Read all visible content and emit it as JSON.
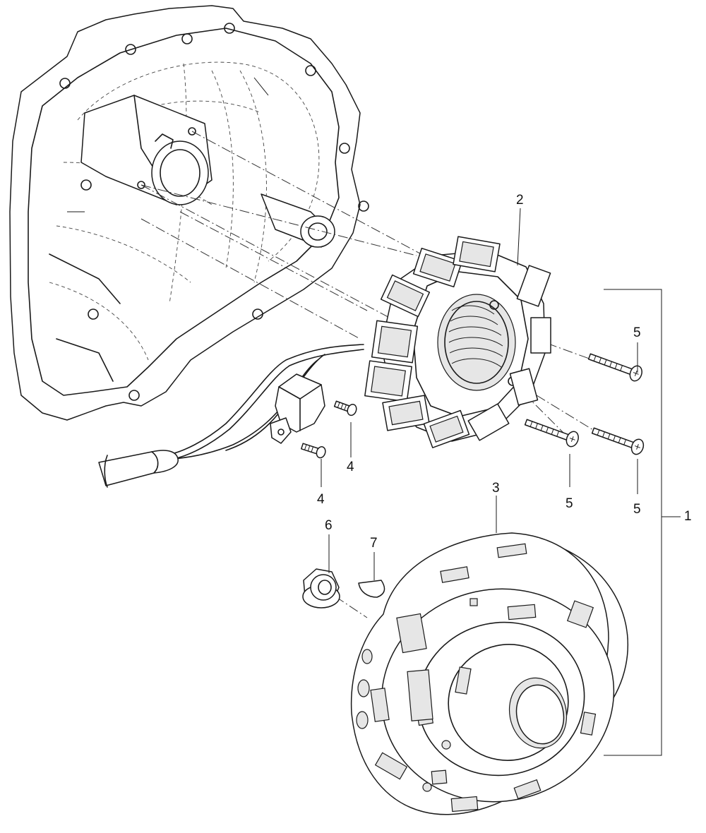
{
  "callouts": [
    {
      "id": "c1",
      "text": "1"
    },
    {
      "id": "c2",
      "text": "2"
    },
    {
      "id": "c3",
      "text": "3"
    },
    {
      "id": "c4a",
      "text": "4"
    },
    {
      "id": "c4b",
      "text": "4"
    },
    {
      "id": "c5a",
      "text": "5"
    },
    {
      "id": "c5b",
      "text": "5"
    },
    {
      "id": "c5c",
      "text": "5"
    },
    {
      "id": "c6",
      "text": "6"
    },
    {
      "id": "c7",
      "text": "7"
    }
  ],
  "parts": {
    "cover": {
      "icon": "engine-cover-icon"
    },
    "stator": {
      "icon": "stator-coil-icon"
    },
    "rotor": {
      "icon": "flywheel-rotor-icon"
    },
    "pickup": {
      "icon": "pickup-sensor-icon"
    },
    "screws": {
      "icon": "screw-icon"
    },
    "nut": {
      "icon": "flange-nut-icon"
    },
    "key": {
      "icon": "woodruff-key-icon"
    }
  }
}
